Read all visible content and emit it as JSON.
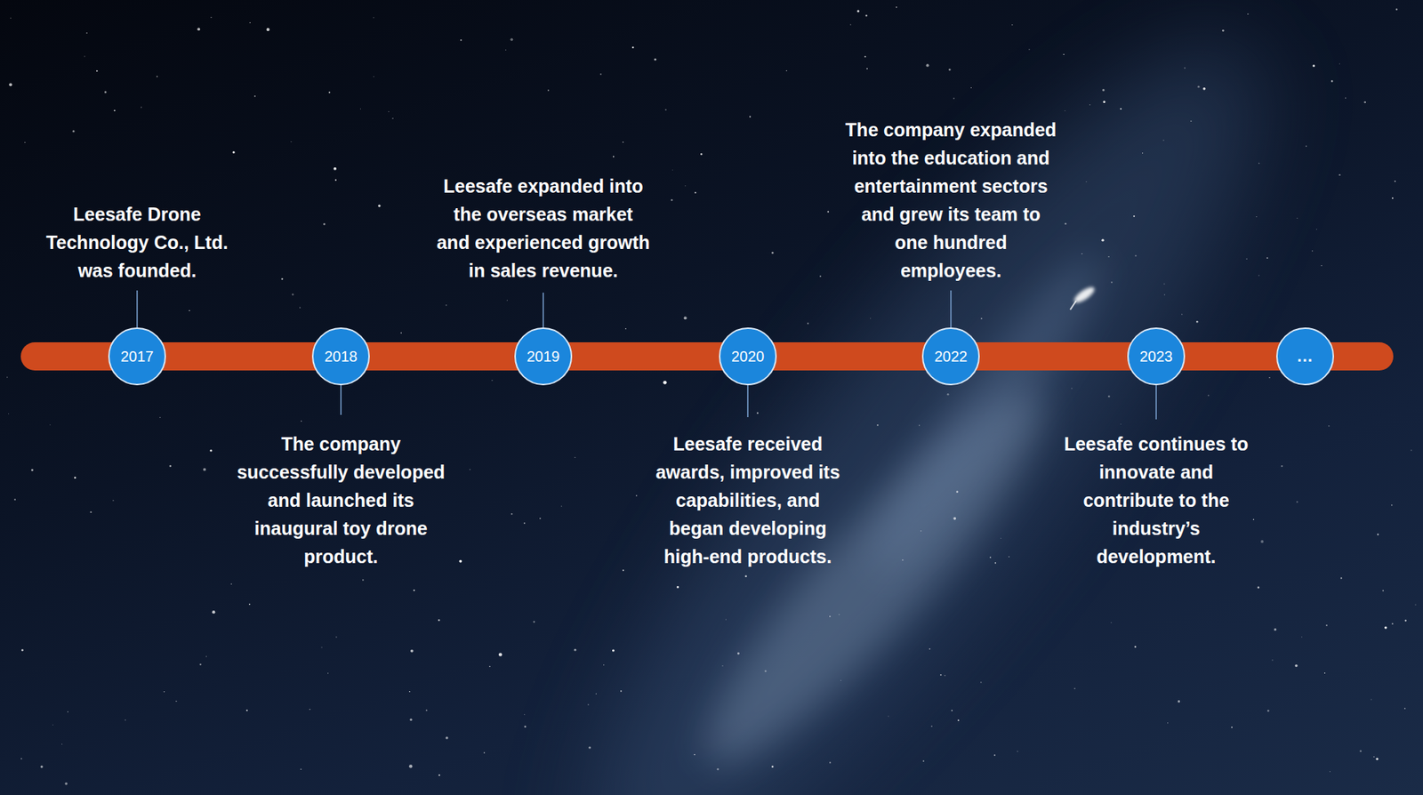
{
  "diagram": {
    "nodes": [
      {
        "text": [
          "2017",
          "Leesafe Drone Technology Co., Ltd. was founded."
        ]
      },
      {
        "text": [
          "2018",
          "The company successfully developed and launched its inaugural toy drone product."
        ]
      },
      {
        "text": [
          "2019",
          "Leesafe expanded into the overseas market and experienced growth in sales revenue."
        ]
      },
      {
        "text": [
          "2020",
          "Leesafe received awards, improved its capabilities, and began developing high-end products."
        ]
      },
      {
        "text": [
          "2022",
          "The company expanded into the education and entertainment sectors and grew its team to one hundred employees."
        ]
      },
      {
        "text": [
          "2023",
          "Leesafe continues to innovate and contribute to the industry’s development."
        ]
      },
      {
        "text": [
          "..."
        ]
      }
    ]
  }
}
